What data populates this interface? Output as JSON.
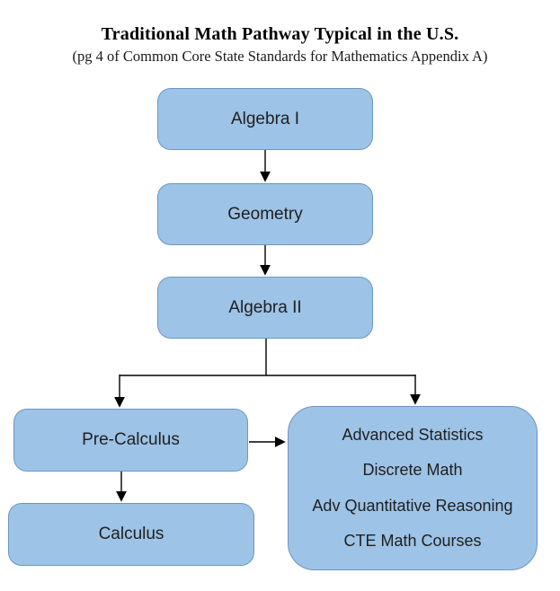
{
  "header": {
    "title": "Traditional Math Pathway Typical in the U.S.",
    "subtitle": "(pg 4 of Common Core State Standards for Mathematics Appendix A)"
  },
  "colors": {
    "box_fill": "#9DC3E6",
    "box_border": "#6E96C2",
    "arrow_color": "#000000",
    "text_color": "#1F1F1F"
  },
  "nodes": {
    "algebra1": {
      "label": "Algebra I"
    },
    "geometry": {
      "label": "Geometry"
    },
    "algebra2": {
      "label": "Algebra II"
    },
    "precalculus": {
      "label": "Pre-Calculus"
    },
    "calculus": {
      "label": "Calculus"
    },
    "advanced_options": {
      "line1": "Advanced Statistics",
      "line2": "Discrete Math",
      "line3": "Adv Quantitative Reasoning",
      "line4": "CTE Math Courses"
    }
  },
  "edges": [
    {
      "from": "algebra1",
      "to": "geometry"
    },
    {
      "from": "geometry",
      "to": "algebra2"
    },
    {
      "from": "algebra2",
      "to": "precalculus"
    },
    {
      "from": "algebra2",
      "to": "advanced_options"
    },
    {
      "from": "precalculus",
      "to": "calculus"
    },
    {
      "from": "precalculus",
      "to": "advanced_options"
    }
  ]
}
